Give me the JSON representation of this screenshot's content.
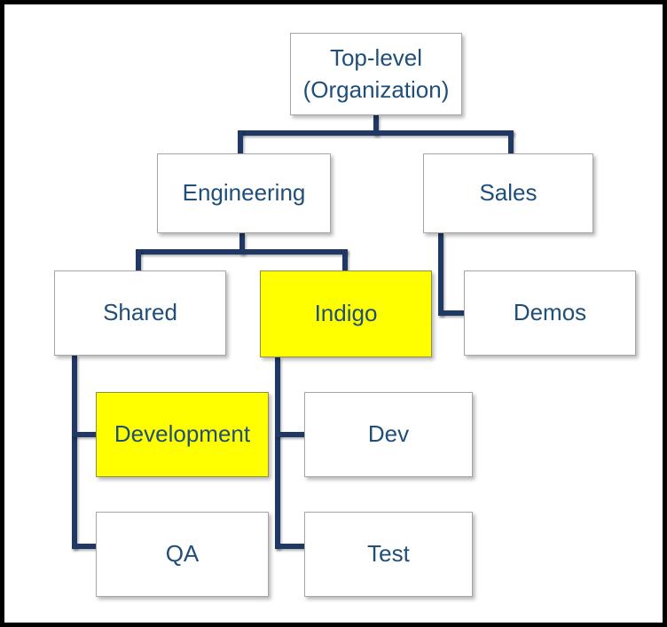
{
  "diagram": {
    "type": "org-chart",
    "colors": {
      "connector": "#1F3864",
      "node_text": "#1F4E79",
      "node_border": "#A6A6A6",
      "highlight_fill": "#FFFF00",
      "node_fill": "#FFFFFF",
      "outer_frame": "#000000"
    },
    "nodes": {
      "root": {
        "label": "Top-level (Organization)",
        "line1": "Top-level",
        "line2": "(Organization)",
        "highlighted": false
      },
      "engineering": {
        "label": "Engineering",
        "highlighted": false
      },
      "sales": {
        "label": "Sales",
        "highlighted": false
      },
      "shared": {
        "label": "Shared",
        "highlighted": false
      },
      "indigo": {
        "label": "Indigo",
        "highlighted": true
      },
      "demos": {
        "label": "Demos",
        "highlighted": false
      },
      "development": {
        "label": "Development",
        "highlighted": true
      },
      "qa": {
        "label": "QA",
        "highlighted": false
      },
      "dev": {
        "label": "Dev",
        "highlighted": false
      },
      "test": {
        "label": "Test",
        "highlighted": false
      }
    },
    "edges": [
      {
        "from": "Top-level (Organization)",
        "to": "Engineering"
      },
      {
        "from": "Top-level (Organization)",
        "to": "Sales"
      },
      {
        "from": "Engineering",
        "to": "Shared"
      },
      {
        "from": "Engineering",
        "to": "Indigo"
      },
      {
        "from": "Sales",
        "to": "Demos"
      },
      {
        "from": "Shared",
        "to": "Development"
      },
      {
        "from": "Shared",
        "to": "QA"
      },
      {
        "from": "Indigo",
        "to": "Dev"
      },
      {
        "from": "Indigo",
        "to": "Test"
      }
    ]
  }
}
